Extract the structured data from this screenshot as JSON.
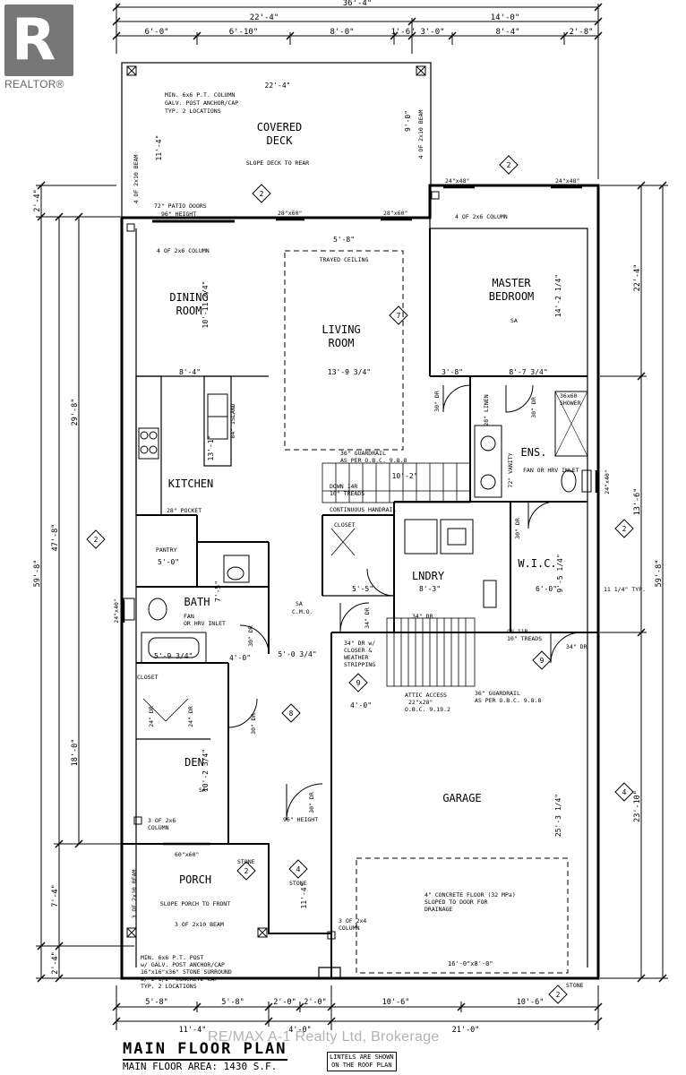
{
  "logo": {
    "text": "R",
    "label": "REALTOR®",
    "icon": "realtor-logo-icon"
  },
  "watermark": "RE/MAX A-1 Realty Ltd, Brokerage",
  "title": "MAIN FLOOR PLAN",
  "subtitle": "MAIN FLOOR AREA:  1430 S.F.",
  "lintel_note": [
    "LINTELS ARE SHOWN",
    "ON THE ROOF PLAN"
  ],
  "rooms": {
    "covered_deck": [
      "COVERED",
      "DECK"
    ],
    "deck_note": "SLOPE DECK TO REAR",
    "dining": [
      "DINING",
      "ROOM"
    ],
    "living": [
      "LIVING",
      "ROOM"
    ],
    "master": [
      "MASTER",
      "BEDROOM"
    ],
    "kitchen": "KITCHEN",
    "bath": "BATH",
    "ens": "ENS.",
    "wic": "W.I.C.",
    "lndry": "LNDRY",
    "den": "DEN",
    "porch": "PORCH",
    "porch_note": "SLOPE PORCH TO FRONT",
    "garage": "GARAGE",
    "pantry": "PANTRY",
    "closet": "CLOSET"
  },
  "dims_top": {
    "overall": "36'-4\"",
    "left": "22'-4\"",
    "right": "14'-0\"",
    "segments": [
      "6'-0\"",
      "6'-10\"",
      "8'-0\"",
      "1'-6\"",
      "3'-0\"",
      "8'-4\"",
      "2'-8\""
    ]
  },
  "dims_bottom": {
    "overall": "21'-0\"",
    "left": "11'-4\"",
    "mid": "4'-0\"",
    "segments": [
      "5'-8\"",
      "5'-8\"",
      "2'-0\"",
      "2'-0\"",
      "10'-6\"",
      "10'-6\""
    ]
  },
  "dims_left": [
    "2'-4\"",
    "29'-8\"",
    "47'-8\"",
    "59'-8\"",
    "18'-0\"",
    "7'-4\"",
    "2'-4\""
  ],
  "dims_right": [
    "22'-4\"",
    "59'-8\"",
    "13'-6\"",
    "23'-10\""
  ],
  "notes": {
    "column_top": [
      "MIN. 6x6 P.T. COLUMN",
      "GALV. POST ANCHOR/CAP",
      "TYP. 2 LOCATIONS"
    ],
    "deck_width": "22'-4\"",
    "deck_beam_l": "4 OF 2x10 BEAM",
    "deck_beam_r": "4 OF 2x10 BEAM",
    "deck_depth": "11'-4\"",
    "deck_depth_r": "9'-0\"",
    "patio": [
      "72\" PATIO DOORS",
      "96\" HEIGHT"
    ],
    "win_28x60_a": "28\"x60\"",
    "win_28x60_b": "28\"x60\"",
    "win_24x48_a": "24\"x48\"",
    "win_24x48_b": "24\"x48\"",
    "col_2x6_a": "4 OF 2x6 COLUMN",
    "col_2x6_b": "4 OF 2x6 COLUMN",
    "trayed": "TRAYED CEILING",
    "tray_dim": "5'-8\"",
    "dining_dim": "10'-11 3/4\"",
    "dining_w": "8'-4\"",
    "living_w": "13'-9 3/4\"",
    "master_dim": "14'-2 1/4\"",
    "master_w": "8'-7 3/4\"",
    "hall_w": "3'-8\"",
    "sa": "SA",
    "island": "84\" ISLAND",
    "island_dim": "13'-1\"",
    "guardrail_a": [
      "36\" GUARDRAIL",
      "AS PER O.B.C. 9.8.8"
    ],
    "stair_down": [
      "DOWN 14R",
      "10\" TREADS"
    ],
    "handrail": "CONTINUOUS HANDRAIL",
    "stair_w": "10'-2\"",
    "pocket": "28\" POCKET",
    "pantry_dim": "5'-0\"",
    "linen": "28\" LINEN",
    "shower": [
      "36x60",
      "SHOWER"
    ],
    "vanity": "72\" VANITY",
    "fan_a": [
      "FAN OR HRV INLET"
    ],
    "fan_b": [
      "FAN",
      "OR HRV INLET"
    ],
    "win_24x40_a": "24\"x40\"",
    "win_24x40_b": "24\"x40\"",
    "lndry_w": "8'-3\"",
    "wic_w": "6'-0\"",
    "wic_dim": "9'-5 1/4\"",
    "typ": "11 1/4\" TYP.",
    "bath_dim": "7'-5\"",
    "tub_w": "5'-9 3/4\"",
    "hall_a": "4'-0\"",
    "hall_b": "5'-0 3/4\"",
    "hall_c": "5'-5\"",
    "door_34": "34\" DR",
    "door_30": "30\" DR",
    "door_24": "24\" DR",
    "door_closer": [
      "34\" DR w/",
      "CLOSER &",
      "WEATHER",
      "STRIPPING"
    ],
    "stair_on": [
      "ON 11R",
      "10\" TREADS"
    ],
    "attic": [
      "ATTIC ACCESS",
      "22\"x28\"",
      "O.B.C. 9.19.2"
    ],
    "guardrail_b": [
      "36\" GUARDRAIL",
      "AS PER O.B.C. 9.8.8"
    ],
    "sa_cmo": [
      "SA",
      "C.M.O."
    ],
    "den_dim": "10'-2 3/4\"",
    "den_col": [
      "3 OF 2x6",
      "COLUMN"
    ],
    "win_60x60": "60\"x60\"",
    "h96": "96\" HEIGHT",
    "porch_beam_v": "3 OF 2x10 BEAM",
    "porch_beam_h": "3 OF 2x10 BEAM",
    "porch_dim": "11'-4\"",
    "stone": "STONE",
    "garage_dim": "25'-3 1/4\"",
    "concrete": [
      "4\" CONCRETE FLOOR (32 MPa)",
      "SLOPED TO DOOR FOR",
      "DRAINAGE"
    ],
    "garage_door": "16'-0\"x8'-0\"",
    "col_2x4": [
      "3 OF 2x4",
      "COLUMN"
    ],
    "post_bottom": [
      "MIN. 6x6 P.T. POST",
      "w/ GALV. POST ANCHOR/CAP",
      "16\"x16\"x36\" STONE SURROUND",
      "w/ 2 1/2\" CONCRETE CAP",
      "TYP. 2 LOCATIONS"
    ]
  },
  "tags": [
    "2",
    "7",
    "8",
    "9",
    "4"
  ]
}
